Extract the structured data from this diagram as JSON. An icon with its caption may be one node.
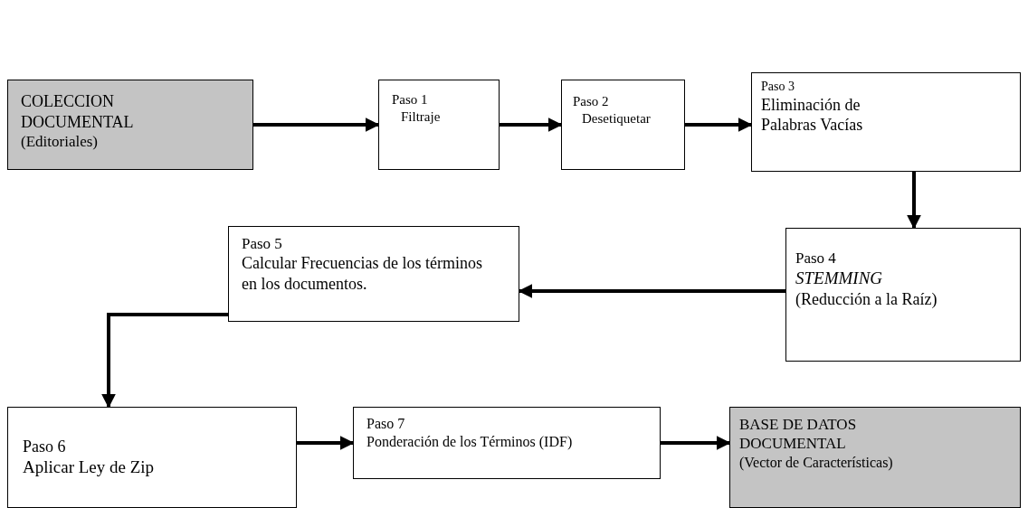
{
  "diagram": {
    "nodes": [
      {
        "text": [
          "COLECCION DOCUMENTAL",
          "(Editoriales)"
        ]
      },
      {
        "text": [
          "Paso 1",
          "Filtraje"
        ]
      },
      {
        "text": [
          "Paso 2",
          "Desetiquetar"
        ]
      },
      {
        "text": [
          "Paso 3",
          "Eliminación de Palabras Vacías"
        ]
      },
      {
        "text": [
          "Paso 4",
          "STEMMING",
          "(Reducción a la Raíz)"
        ]
      },
      {
        "text": [
          "Paso 5",
          "Calcular Frecuencias de los términos en los documentos."
        ]
      },
      {
        "text": [
          "Paso 6",
          "Aplicar Ley de Zip"
        ]
      },
      {
        "text": [
          "Paso 7",
          "Ponderación de los Términos (IDF)"
        ]
      },
      {
        "text": [
          "BASE DE DATOS DOCUMENTAL",
          "(Vector de Características)"
        ]
      }
    ],
    "edges": [
      {
        "from": 0,
        "to": 1,
        "arrow": "to"
      },
      {
        "from": 1,
        "to": 2,
        "arrow": "to"
      },
      {
        "from": 2,
        "to": 3,
        "arrow": "to"
      },
      {
        "from": 3,
        "to": 4,
        "arrow": "to"
      },
      {
        "from": 4,
        "to": 5,
        "arrow": "to"
      },
      {
        "from": 5,
        "to": 6,
        "arrow": "to"
      },
      {
        "from": 6,
        "to": 7,
        "arrow": "to"
      },
      {
        "from": 7,
        "to": 8,
        "arrow": "to"
      }
    ]
  }
}
